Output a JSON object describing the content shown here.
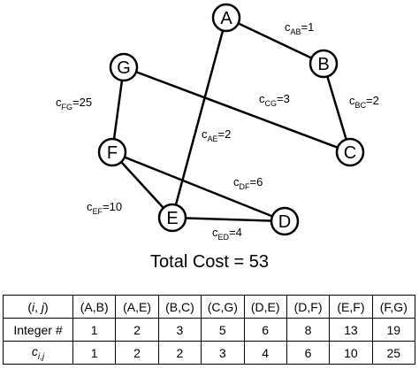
{
  "graph": {
    "nodes": [
      {
        "id": "A",
        "label": "A"
      },
      {
        "id": "B",
        "label": "B"
      },
      {
        "id": "C",
        "label": "C"
      },
      {
        "id": "D",
        "label": "D"
      },
      {
        "id": "E",
        "label": "E"
      },
      {
        "id": "F",
        "label": "F"
      },
      {
        "id": "G",
        "label": "G"
      }
    ],
    "edges": [
      {
        "from": "A",
        "to": "B",
        "label_prefix": "c",
        "label_sub": "AB",
        "label_value": "=1"
      },
      {
        "from": "A",
        "to": "E",
        "label_prefix": "c",
        "label_sub": "AE",
        "label_value": "=2"
      },
      {
        "from": "B",
        "to": "C",
        "label_prefix": "c",
        "label_sub": "BC",
        "label_value": "=2"
      },
      {
        "from": "C",
        "to": "G",
        "label_prefix": "c",
        "label_sub": "CG",
        "label_value": "=3"
      },
      {
        "from": "D",
        "to": "F",
        "label_prefix": "c",
        "label_sub": "DF",
        "label_value": "=6"
      },
      {
        "from": "E",
        "to": "D",
        "label_prefix": "c",
        "label_sub": "ED",
        "label_value": "=4"
      },
      {
        "from": "E",
        "to": "F",
        "label_prefix": "c",
        "label_sub": "EF",
        "label_value": "=10"
      },
      {
        "from": "F",
        "to": "G",
        "label_prefix": "c",
        "label_sub": "FG",
        "label_value": "=25"
      }
    ]
  },
  "total_cost": "Total Cost = 53",
  "table": {
    "header_label": "(i, j)",
    "columns": [
      "(A,B)",
      "(A,E)",
      "(B,C)",
      "(C,G)",
      "(D,E)",
      "(D,F)",
      "(E,F)",
      "(F,G)"
    ],
    "rows": [
      {
        "label": "Integer #",
        "values": [
          "1",
          "2",
          "3",
          "5",
          "6",
          "8",
          "13",
          "19"
        ]
      },
      {
        "label": "c_i,j",
        "values": [
          "1",
          "2",
          "2",
          "3",
          "4",
          "6",
          "10",
          "25"
        ]
      }
    ]
  }
}
